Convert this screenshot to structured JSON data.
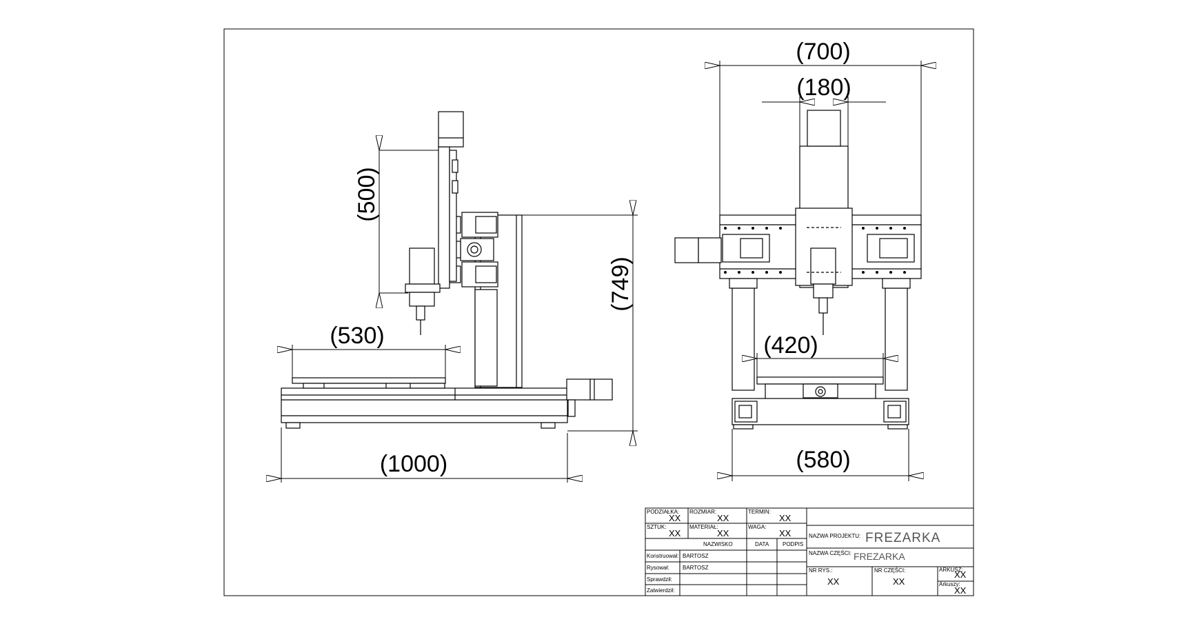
{
  "dimensions": {
    "side_height_500": "(500)",
    "side_total_749": "(749)",
    "side_table_530": "(530)",
    "side_length_1000": "(1000)",
    "front_width_700": "(700)",
    "front_head_180": "(180)",
    "front_table_420": "(420)",
    "front_base_580": "(580)"
  },
  "title_block": {
    "podzialka_label": "PODZIAŁKA:",
    "podzialka_value": "XX",
    "rozmiar_label": "ROZMIAR:",
    "rozmiar_value": "XX",
    "termin_label": "TERMIN:",
    "termin_value": "XX",
    "szt_label": "SZTUK:",
    "szt_value": "XX",
    "material_label": "MATERIAŁ:",
    "material_value": "XX",
    "waga_label": "WAGA:",
    "waga_value": "XX",
    "nazwisko_header": "NAZWISKO",
    "data_header": "DATA",
    "podpis_header": "PODPIS",
    "konstruowal_label": "Konstruował:",
    "konstruowal_value": "BARTOSZ",
    "rysowal_label": "Rysował:",
    "rysowal_value": "BARTOSZ",
    "sprawdzil_label": "Sprawdził:",
    "zatwierdzil_label": "Zatwierdził:",
    "nazwa_projektu_label": "NAZWA PROJEKTU:",
    "nazwa_projektu_value": "FREZARKA",
    "nazwa_czesci_label": "NAZWA CZĘŚCI:",
    "nazwa_czesci_value": "FREZARKA",
    "nr_rys_label": "NR RYS.:",
    "nr_rys_value": "XX",
    "nr_czesci_label": "NR CZĘŚCI:",
    "nr_czesci_value": "XX",
    "arkusz_label": "ARKUSZ:",
    "arkusz_value": "XX",
    "arkuszy_label": "Arkuszy:",
    "arkuszy_value": "XX"
  }
}
